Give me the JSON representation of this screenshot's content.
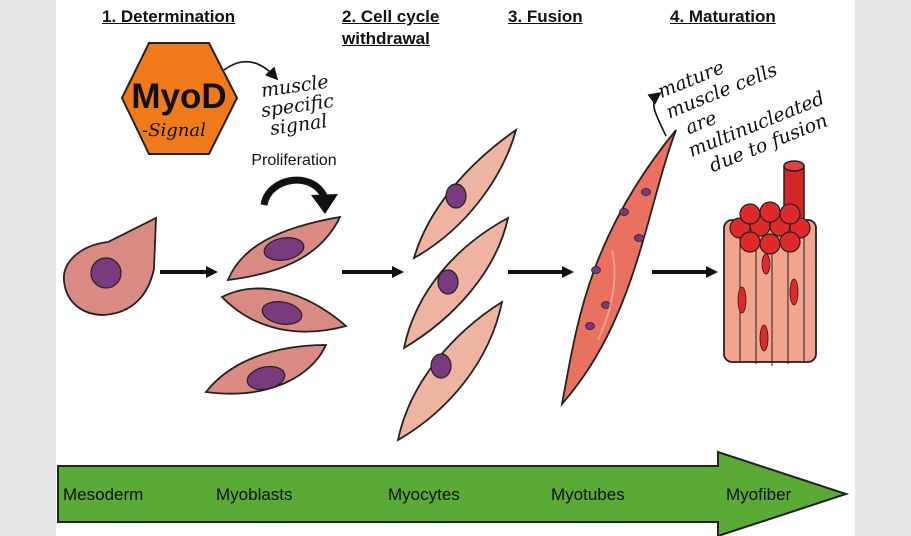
{
  "stages": [
    {
      "line1": "1. Determination",
      "line2": ""
    },
    {
      "line1": "2. Cell cycle",
      "line2": "withdrawal"
    },
    {
      "line1": "3. Fusion",
      "line2": ""
    },
    {
      "line1": "4. Maturation",
      "line2": ""
    }
  ],
  "myod": {
    "title": "MyoD",
    "subtitle": "-Signal",
    "note": [
      "muscle",
      "specific",
      "signal"
    ]
  },
  "proliferation_label": "Proliferation",
  "fusion_note": [
    "mature",
    "muscle cells",
    "are",
    "multinucleated",
    "due to fusion"
  ],
  "bottom_arrow": {
    "labels": [
      "Mesoderm",
      "Myoblasts",
      "Myocytes",
      "Myotubes",
      "Myofiber"
    ]
  },
  "colors": {
    "hexagon": "#f07a1a",
    "cell": "#d98a82",
    "myocyte": "#efb3a2",
    "nucleus": "#7a3a7e",
    "myotube": "#e8715f",
    "fiber": "#f2a48f",
    "myofibril": "#e02a2a",
    "arrow": "#5aaa38"
  }
}
